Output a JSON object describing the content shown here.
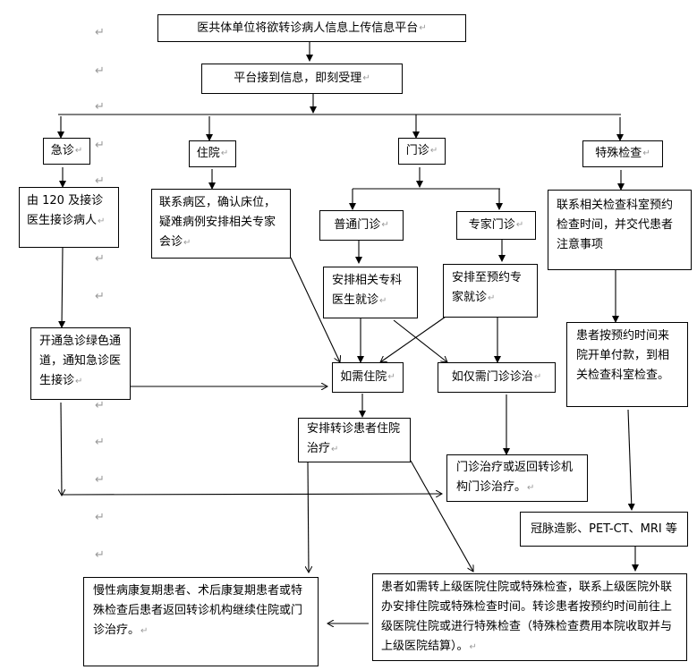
{
  "paragraph_mark": "↵",
  "nodes": {
    "upload": "医共体单位将欲转诊病人信息上传信息平台",
    "platform": "平台接到信息，即刻受理",
    "emergency": "急诊",
    "inpatient": "住院",
    "outpatient": "门诊",
    "special_exam": "特殊检查",
    "emergency_receive": "由 120 及接诊医生接诊病人",
    "inpatient_contact": "联系病区，确认床位，疑难病例安排相关专家会诊",
    "general_clinic": "普通门诊",
    "expert_clinic": "专家门诊",
    "general_arrange": "安排相关专科医生就诊",
    "expert_arrange": "安排至预约专家就诊",
    "exam_contact": "联系相关检查科室预约检查时间，并交代患者注意事项",
    "green_channel": "开通急诊绿色通道，通知急诊医生接诊",
    "need_hospitalization": "如需住院",
    "outpatient_only": "如仅需门诊诊治",
    "exam_visit": "患者按预约时间来院开单付款，到相关检查科室检查。",
    "arrange_hospitalization": "安排转诊患者住院治疗",
    "outpatient_treatment": "门诊治疗或返回转诊机构门诊治疗。",
    "exam_types": "冠脉造影、PET-CT、MRI 等",
    "return_institution": "慢性病康复期患者、术后康复期患者或特殊检查后患者返回转诊机构继续住院或门诊治疗。",
    "upper_referral": "患者如需转上级医院住院或特殊检查，联系上级医院外联办安排住院或特殊检查时间。转诊患者按预约时间前往上级医院住院或进行特殊检查（特殊检查费用本院收取并与上级医院结算）。"
  },
  "edges": [
    [
      "upload",
      "platform"
    ],
    [
      "platform",
      "emergency"
    ],
    [
      "platform",
      "inpatient"
    ],
    [
      "platform",
      "outpatient"
    ],
    [
      "platform",
      "special_exam"
    ],
    [
      "emergency",
      "emergency_receive"
    ],
    [
      "inpatient",
      "inpatient_contact"
    ],
    [
      "outpatient",
      "general_clinic"
    ],
    [
      "outpatient",
      "expert_clinic"
    ],
    [
      "special_exam",
      "exam_contact"
    ],
    [
      "emergency_receive",
      "green_channel"
    ],
    [
      "general_clinic",
      "general_arrange"
    ],
    [
      "expert_clinic",
      "expert_arrange"
    ],
    [
      "exam_contact",
      "exam_visit"
    ],
    [
      "inpatient_contact",
      "need_hospitalization"
    ],
    [
      "green_channel",
      "need_hospitalization"
    ],
    [
      "general_arrange",
      "need_hospitalization"
    ],
    [
      "general_arrange",
      "outpatient_only"
    ],
    [
      "expert_arrange",
      "need_hospitalization"
    ],
    [
      "expert_arrange",
      "outpatient_only"
    ],
    [
      "green_channel",
      "outpatient_treatment"
    ],
    [
      "need_hospitalization",
      "arrange_hospitalization"
    ],
    [
      "outpatient_only",
      "outpatient_treatment"
    ],
    [
      "exam_visit",
      "exam_types"
    ],
    [
      "arrange_hospitalization",
      "return_institution"
    ],
    [
      "arrange_hospitalization",
      "upper_referral"
    ],
    [
      "exam_types",
      "upper_referral"
    ],
    [
      "upper_referral",
      "return_institution"
    ]
  ]
}
